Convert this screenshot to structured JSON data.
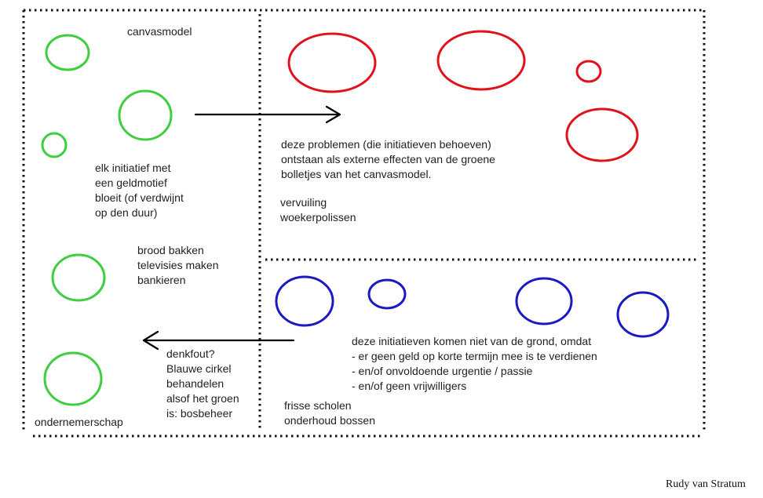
{
  "colors": {
    "green": "#3fce3f",
    "red": "#e0121c",
    "blue": "#1a1ac2",
    "border": "#111111"
  },
  "left_panel": {
    "title": "canvasmodel",
    "initiative_lines": [
      "elk initiatief met",
      "een geldmotief",
      "bloeit (of verdwijnt",
      "op den duur)"
    ],
    "examples": [
      "brood bakken",
      "televisies maken",
      "bankieren"
    ],
    "denkfout_lines": [
      "denkfout?",
      "Blauwe cirkel",
      "behandelen",
      "alsof het groen",
      "is: bosbeheer"
    ],
    "bottom_label": "ondernemerschap"
  },
  "top_right_panel": {
    "problem_lines": [
      "deze problemen (die initiatieven behoeven)",
      "ontstaan als externe effecten van de groene",
      "bolletjes van het canvasmodel."
    ],
    "examples": [
      "vervuiling",
      "woekerpolissen"
    ]
  },
  "bottom_right_panel": {
    "reason_lines": [
      "deze initiatieven komen niet van de grond, omdat",
      "- er geen geld op korte termijn mee is te verdienen",
      "- en/of onvoldoende urgentie / passie",
      "- en/of geen vrijwilligers"
    ],
    "examples": [
      "frisse scholen",
      "onderhoud bossen"
    ]
  },
  "credit": "Rudy van Stratum"
}
